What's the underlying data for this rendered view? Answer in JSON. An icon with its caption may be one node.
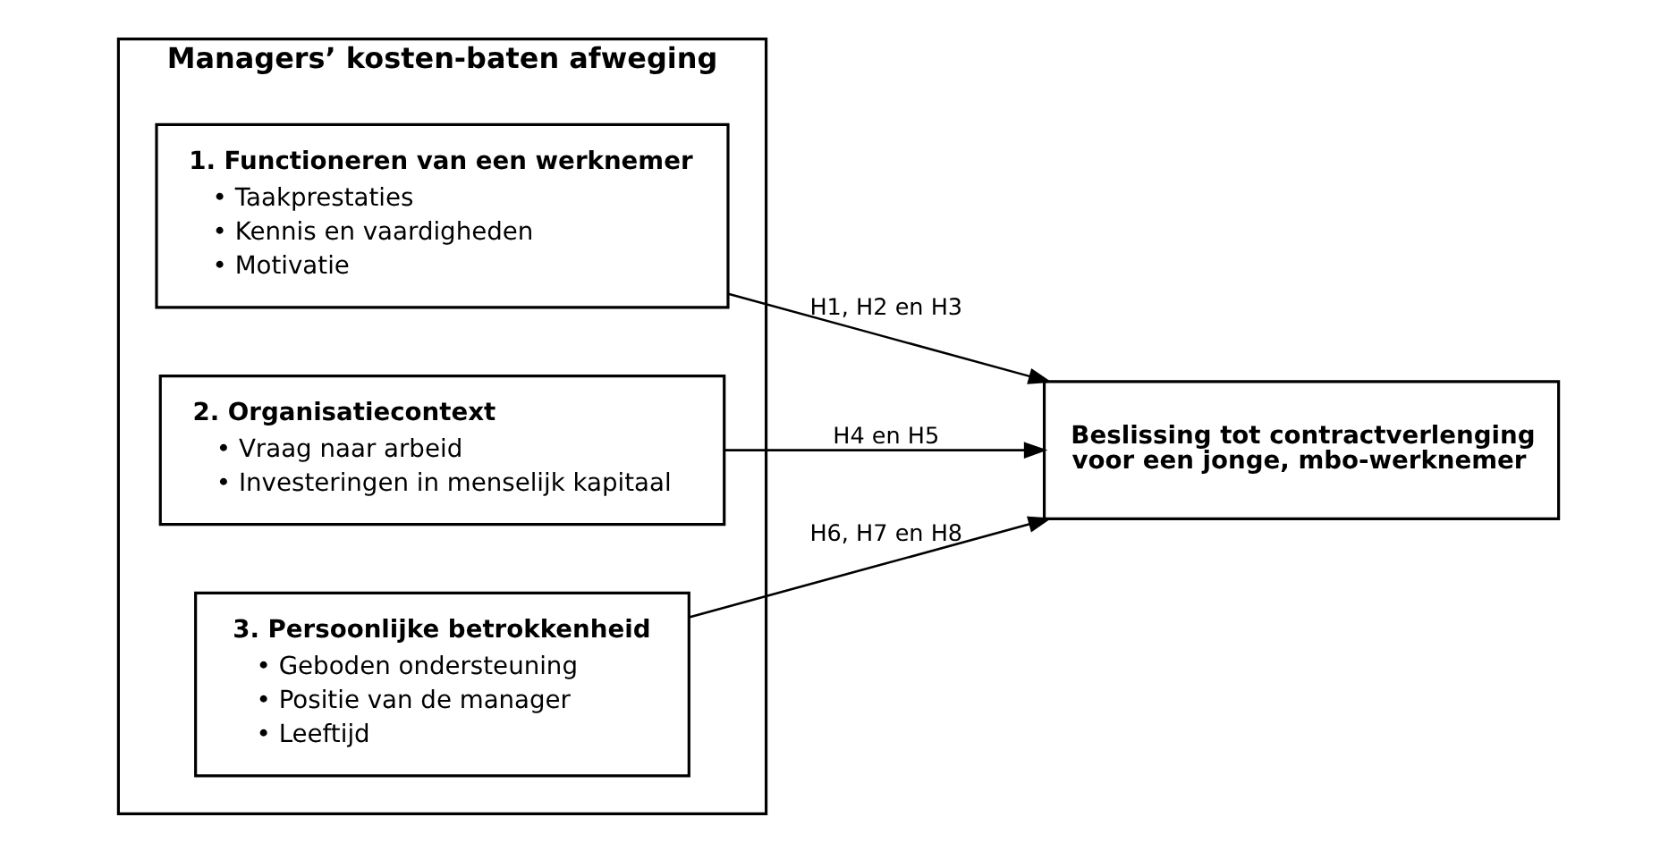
{
  "diagram": {
    "nodes": [
      {
        "text": [
          "Managers’ kosten-baten afweging"
        ]
      },
      {
        "text": [
          "1. Functioneren van een werknemer",
          "• Taakprestaties",
          "• Kennis en vaardigheden",
          "• Motivatie"
        ],
        "in": 0
      },
      {
        "text": [
          "2. Organisatiecontext",
          "• Vraag naar arbeid",
          "• Investeringen in menselijk kapitaal"
        ],
        "in": 0
      },
      {
        "text": [
          "3. Persoonlijke betrokkenheid",
          "• Geboden ondersteuning",
          "• Positie van de manager",
          "• Leeftijd"
        ],
        "in": 0
      },
      {
        "text": [
          "Beslissing tot contractverlenging voor een jonge, mbo-werknemer"
        ]
      }
    ],
    "edges": [
      {
        "from": 1,
        "to": 4,
        "arrow": "to",
        "label": "H1, H2 en H3"
      },
      {
        "from": 2,
        "to": 4,
        "arrow": "to",
        "label": "H4 en H5"
      },
      {
        "from": 3,
        "to": 4,
        "arrow": "to",
        "label": "H6, H7 en H8"
      }
    ]
  }
}
